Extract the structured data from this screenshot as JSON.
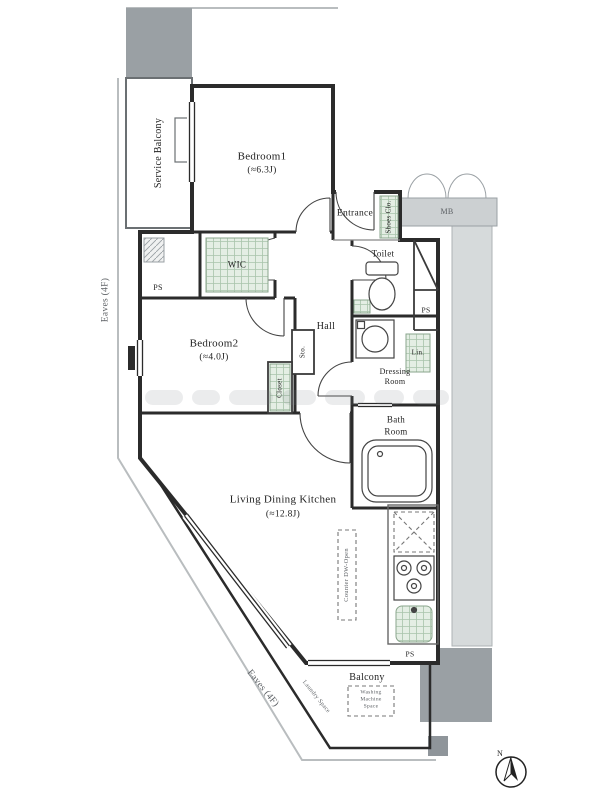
{
  "colors": {
    "wall": "#2b2b2b",
    "block_dark": "#9aa0a4",
    "block_light": "#d6dadb",
    "mb_band": "#ccd0d2",
    "closet_green_fill": "#e4eee4",
    "closet_green_line": "#a9c4ab",
    "eave_line": "#b9bdbf",
    "text": "#222222",
    "text_muted": "#5d6165"
  },
  "plan": {
    "service_balcony": "Service Balcony",
    "eaves_left": "Eaves (4F)",
    "eaves_bottom": "Eaves (4F)",
    "bedroom1": {
      "name": "Bedroom1",
      "size": "(≈6.3J)"
    },
    "entrance": "Entrance",
    "shoes_closet": "Shoes Clo.",
    "meter_box": "MB",
    "wic": "WIC",
    "ps_top": "PS",
    "ps_right": "PS",
    "ps_bottom": "PS",
    "toilet": "Toilet",
    "hall": "Hall",
    "bedroom2": {
      "name": "Bedroom2",
      "size": "(≈4.0J)"
    },
    "storage": "Sto.",
    "closet": "Closet",
    "linen": "Lin.",
    "dressing_room": {
      "line1": "Dressing",
      "line2": "Room"
    },
    "bath_room": {
      "line1": "Bath",
      "line2": "Room"
    },
    "ldk": {
      "name": "Living Dining Kitchen",
      "size": "(≈12.8J)"
    },
    "counter": "Counter DW-Open",
    "balcony": "Balcony",
    "laundry": "Laundry Space",
    "washer_note": {
      "line1": "Washing",
      "line2": "Machine",
      "line3": "Space"
    },
    "compass_north": "N"
  }
}
